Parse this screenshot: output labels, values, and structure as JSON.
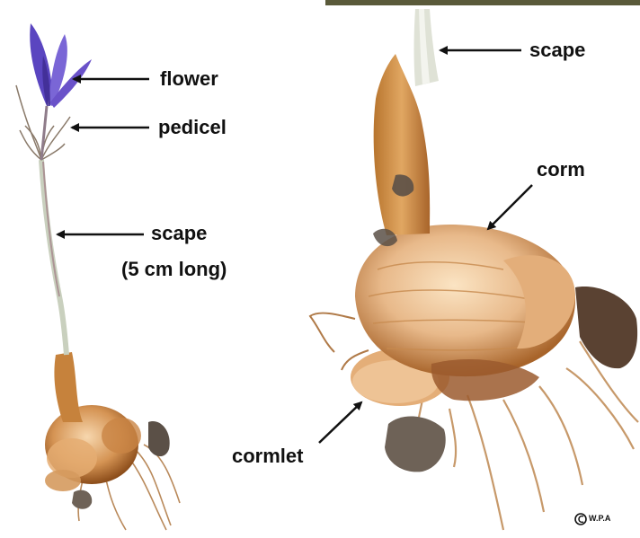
{
  "figure": {
    "labels": {
      "flower": "flower",
      "pedicel": "pedicel",
      "scape_left": "scape",
      "scape_left_length": "(5 cm long)",
      "scape_right": "scape",
      "corm": "corm",
      "cormlet": "cormlet"
    },
    "copyright": "W.P.A",
    "colors": {
      "background": "#ffffff",
      "flower_petal": "#6a52c9",
      "flower_petal_dark": "#3d2b8f",
      "scape_stem": "#cfd6c4",
      "corm_tunic": "#e7b98b",
      "corm_dark": "#b06a2a",
      "soil": "#6e6257",
      "root": "#c79a6a",
      "arrow": "#111111"
    }
  }
}
